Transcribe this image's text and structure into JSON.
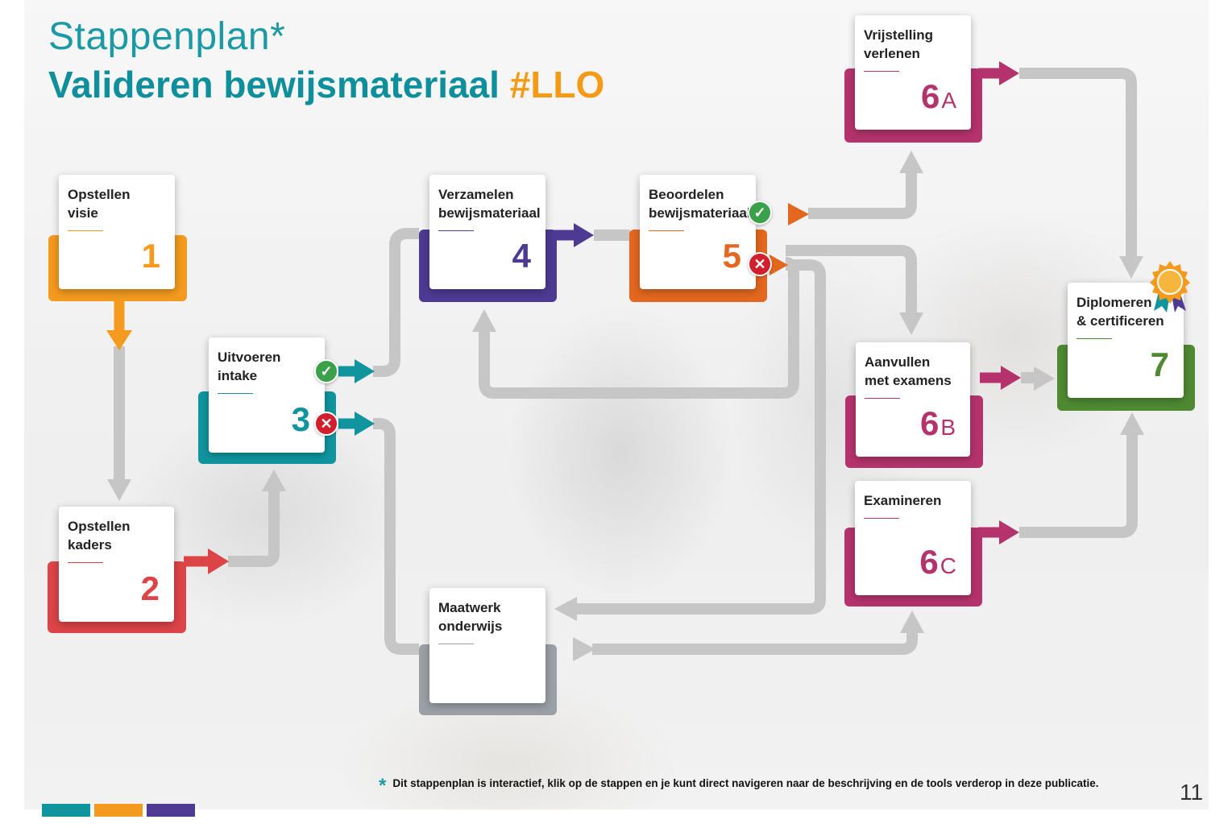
{
  "title": {
    "line1": "Stappenplan*",
    "line2_main": "Valideren bewijsmateriaal",
    "line2_accent": "#LLO"
  },
  "steps": [
    {
      "id": "1",
      "label": "Opstellen\nvisie",
      "number": "1",
      "sub": "",
      "color": "#f39a1f"
    },
    {
      "id": "2",
      "label": "Opstellen\nkaders",
      "number": "2",
      "sub": "",
      "color": "#dc4447"
    },
    {
      "id": "3",
      "label": "Uitvoeren\nintake",
      "number": "3",
      "sub": "",
      "color": "#10959f"
    },
    {
      "id": "4",
      "label": "Verzamelen\nbewijsmateriaal",
      "number": "4",
      "sub": "",
      "color": "#4d3a93"
    },
    {
      "id": "5",
      "label": "Beoordelen\nbewijsmateriaal",
      "number": "5",
      "sub": "",
      "color": "#e3671f"
    },
    {
      "id": "6A",
      "label": "Vrijstelling\nverlenen",
      "number": "6",
      "sub": "A",
      "color": "#b5336d"
    },
    {
      "id": "6B",
      "label": "Aanvullen\nmet examens",
      "number": "6",
      "sub": "B",
      "color": "#b5336d"
    },
    {
      "id": "6C",
      "label": "Examineren",
      "number": "6",
      "sub": "C",
      "color": "#b5336d"
    },
    {
      "id": "7",
      "label": "Diplomeren\n& certificeren",
      "number": "7",
      "sub": "",
      "color": "#4f8a32"
    },
    {
      "id": "M",
      "label": "Maatwerk\nonderwijs",
      "number": "",
      "sub": "",
      "color": "#9aa0a6"
    }
  ],
  "icons": {
    "approved": "check-circle-icon",
    "rejected": "x-circle-icon",
    "award": "award-rosette-icon"
  },
  "footnote": {
    "star": "*",
    "text": "Dit stappenplan is interactief, klik op de stappen en je kunt direct navigeren naar de beschrijving en de tools verderop in deze publicatie."
  },
  "page_number": "11",
  "colors": {
    "connector": "#c6c6c6",
    "teal": "#10959f",
    "orange": "#f39a1f",
    "purple": "#4d3a93"
  }
}
